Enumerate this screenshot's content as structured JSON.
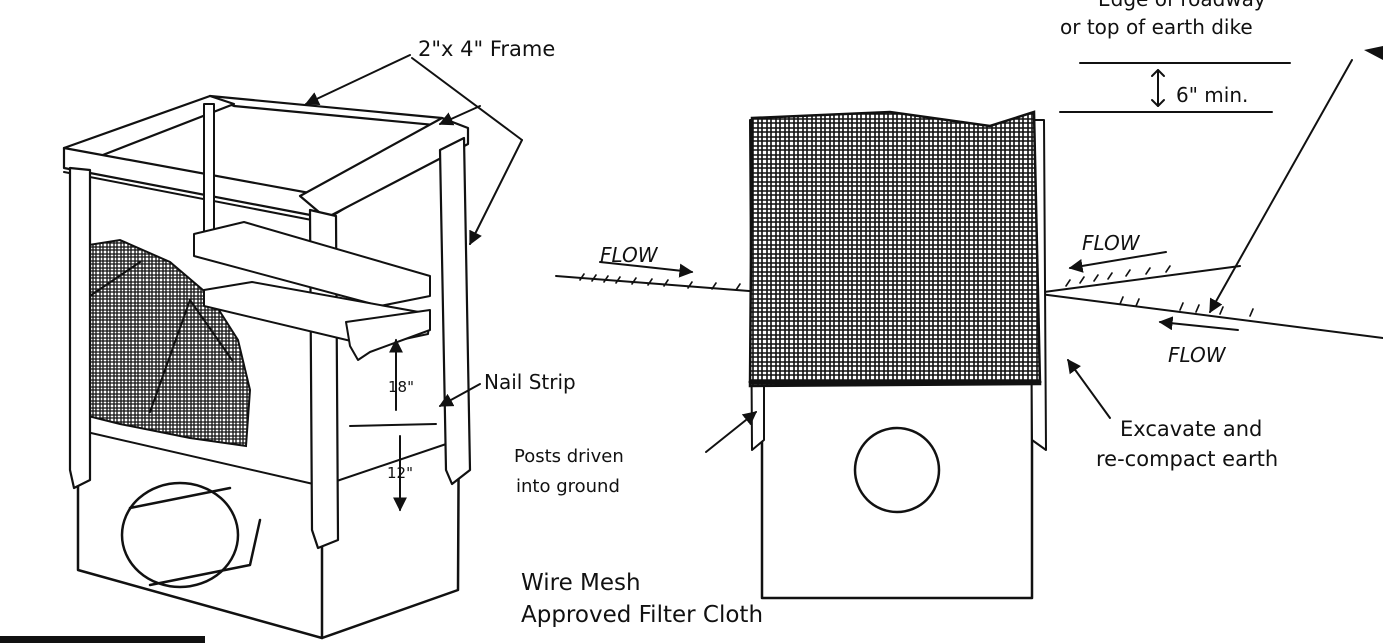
{
  "drawing": {
    "labels": {
      "frame": "2\"x 4\" Frame",
      "edge_line1": "Edge of roadway",
      "edge_line2": "or top of earth dike",
      "six_min": "6\" min.",
      "flow_left": "FLOW",
      "flow_right_upper": "FLOW",
      "flow_right_lower": "FLOW",
      "nail_strip": "Nail Strip",
      "dim_18": "18\"",
      "dim_12": "12\"",
      "posts_line1": "Posts driven",
      "posts_line2": "into ground",
      "excavate_line1": "Excavate  and",
      "excavate_line2": "re-compact earth",
      "wire_mesh": "Wire Mesh",
      "filter_cloth": "Approved Filter Cloth"
    },
    "colors": {
      "ink": "#111111",
      "paper": "#ffffff"
    }
  }
}
